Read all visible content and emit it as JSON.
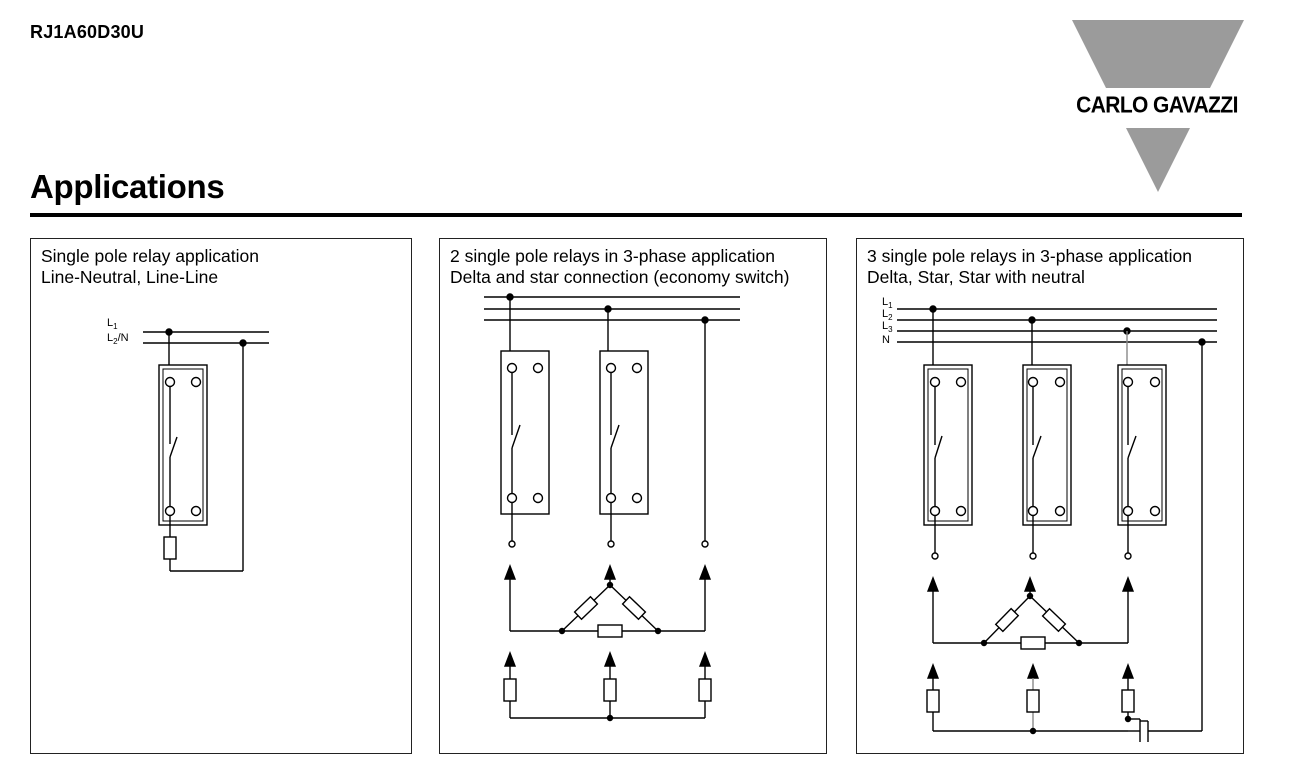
{
  "header": {
    "product_code": "RJ1A60D30U",
    "brand": "CARLO GAVAZZI",
    "section_title": "Applications"
  },
  "panels": [
    {
      "caption_line1": "Single pole relay application",
      "caption_line2": "Line-Neutral, Line-Line",
      "line_labels": [
        {
          "base": "L",
          "sub": "1",
          "rest": ""
        },
        {
          "base": "L",
          "sub": "2",
          "rest": "/N"
        }
      ]
    },
    {
      "caption_line1": "2 single pole relays in 3-phase application",
      "caption_line2": "Delta and star connection (economy switch)"
    },
    {
      "caption_line1": "3 single pole relays in 3-phase application",
      "caption_line2": "Delta, Star, Star with neutral",
      "line_labels": [
        {
          "base": "L",
          "sub": "1",
          "rest": ""
        },
        {
          "base": "L",
          "sub": "2",
          "rest": ""
        },
        {
          "base": "L",
          "sub": "3",
          "rest": ""
        },
        {
          "base": "N",
          "sub": "",
          "rest": ""
        }
      ]
    }
  ],
  "icons": {
    "logo": "carlo-gavazzi-triangle-logo"
  },
  "colors": {
    "text": "#000000",
    "logo_gray": "#9b9b9b"
  }
}
